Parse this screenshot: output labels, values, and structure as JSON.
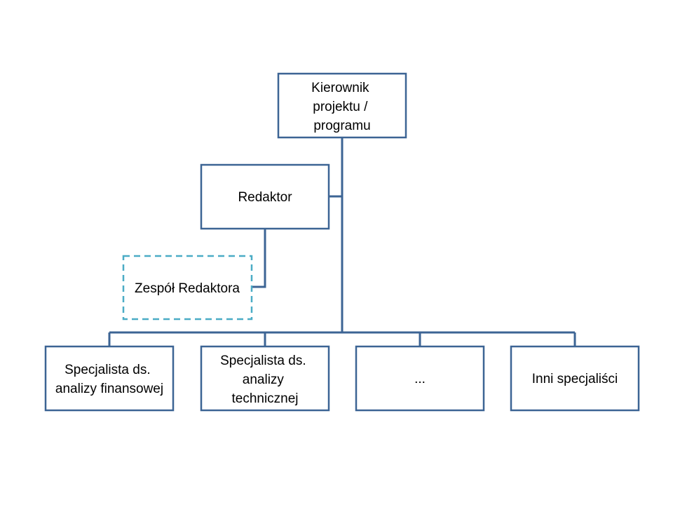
{
  "colors": {
    "box_border": "#3c6494",
    "connector": "#3c6494",
    "dashed_border": "#4bacc6",
    "text": "#000000",
    "background": "#ffffff"
  },
  "nodes": {
    "manager": {
      "lines": [
        "Kierownik",
        "projektu /",
        "programu"
      ]
    },
    "editor": {
      "lines": [
        "Redaktor"
      ]
    },
    "editor_team": {
      "lines": [
        "Zespół Redaktora"
      ]
    },
    "spec_financial": {
      "lines": [
        "Specjalista ds.",
        "analizy finansowej"
      ]
    },
    "spec_technical": {
      "lines": [
        "Specjalista ds.",
        "analizy",
        "technicznej"
      ]
    },
    "spec_more": {
      "lines": [
        "..."
      ]
    },
    "spec_other": {
      "lines": [
        "Inni specjaliści"
      ]
    }
  }
}
